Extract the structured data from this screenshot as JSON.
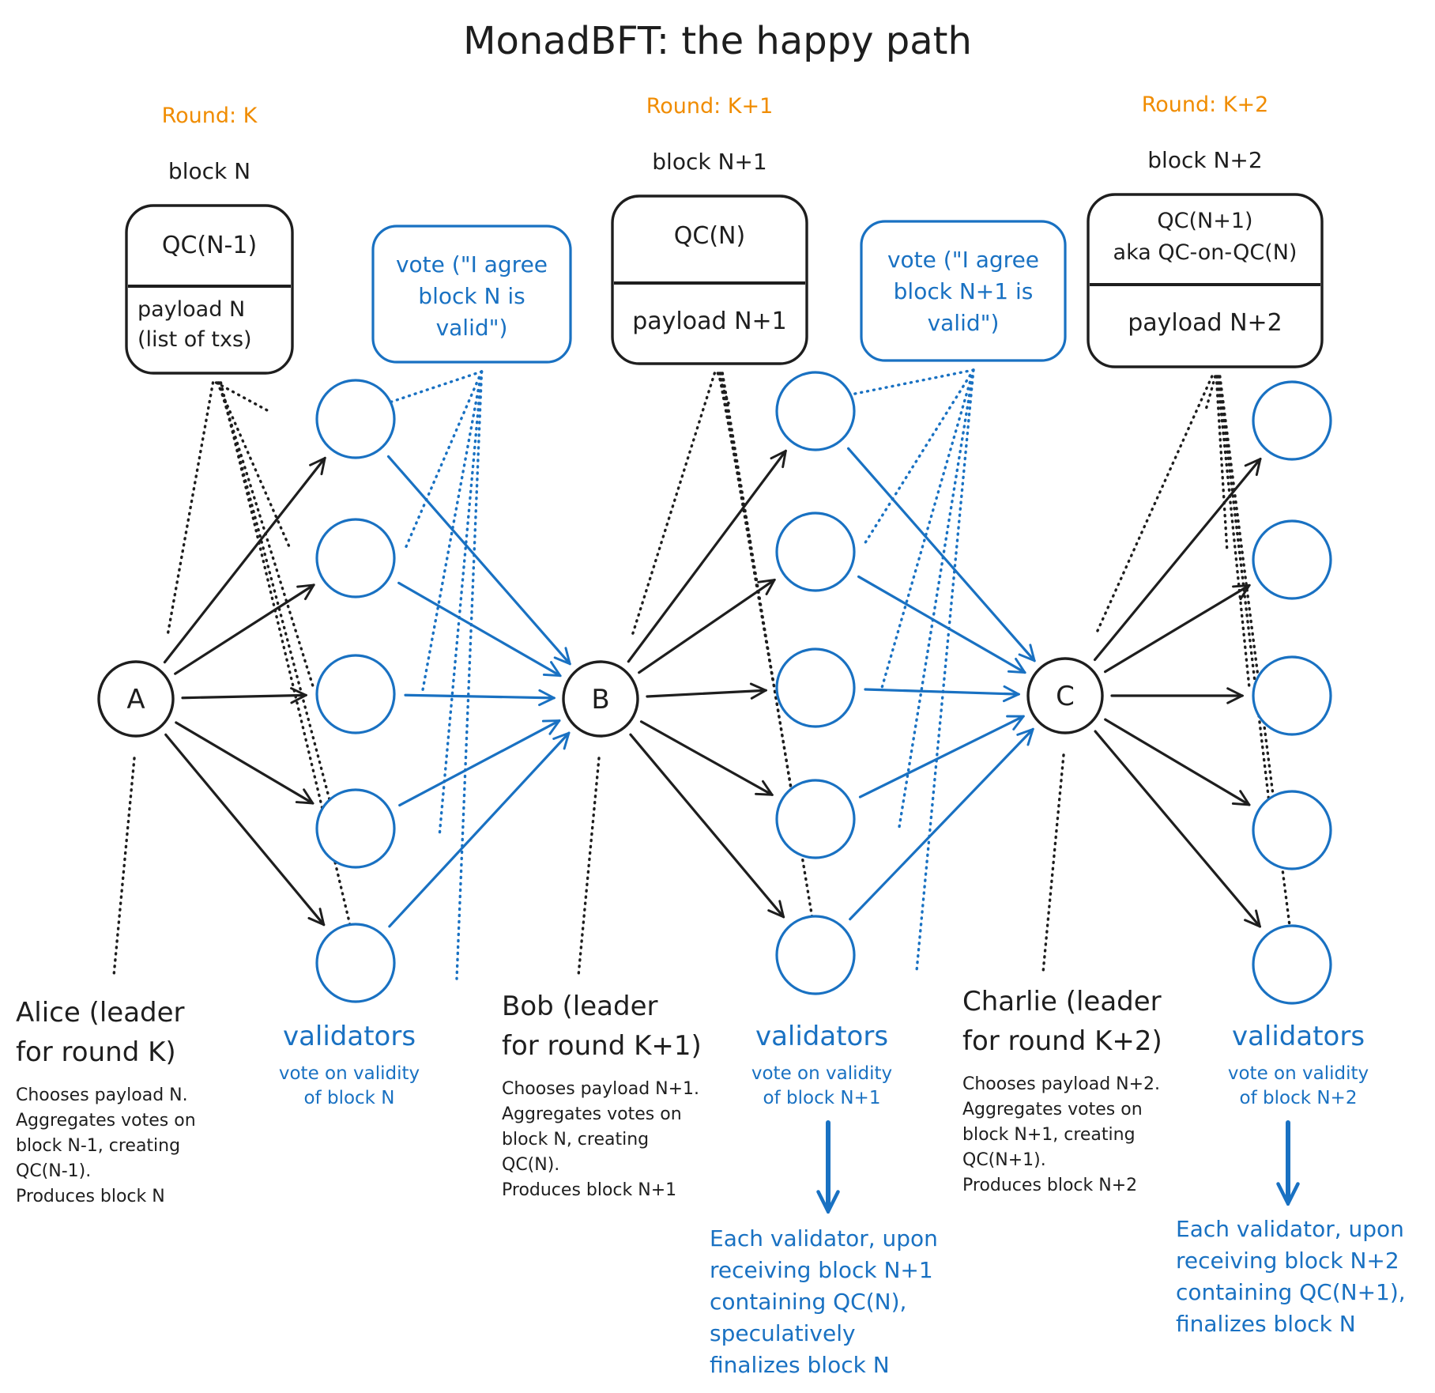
{
  "title": "MonadBFT: the happy path",
  "colors": {
    "ink": "#1e1e1e",
    "blue": "#1971c2",
    "orange": "#f08c00"
  },
  "rounds": [
    {
      "round_label": "Round: K",
      "block_label": "block N",
      "header_lines": [
        "QC(N-1)"
      ],
      "payload_lines": [
        "payload N",
        "(list of txs)"
      ],
      "leader_letter": "A",
      "leader_name_lines": [
        "Alice (leader",
        "for round K)"
      ],
      "leader_desc_lines": [
        "Chooses payload N.",
        "Aggregates votes on",
        "block N-1, creating",
        "QC(N-1).",
        "Produces block N"
      ],
      "validators_label": "validators",
      "validators_desc_lines": [
        "vote on validity",
        "of block N"
      ],
      "vote_lines": [
        "vote (\"I agree",
        "block N is",
        "valid\")"
      ],
      "finalize_lines": []
    },
    {
      "round_label": "Round: K+1",
      "block_label": "block N+1",
      "header_lines": [
        "QC(N)"
      ],
      "payload_lines": [
        "payload N+1"
      ],
      "leader_letter": "B",
      "leader_name_lines": [
        "Bob (leader",
        "for round K+1)"
      ],
      "leader_desc_lines": [
        "Chooses payload N+1.",
        "Aggregates votes on",
        "block N, creating",
        "QC(N).",
        "Produces block N+1"
      ],
      "validators_label": "validators",
      "validators_desc_lines": [
        "vote on validity",
        "of block N+1"
      ],
      "vote_lines": [
        "vote (\"I agree",
        "block N+1 is",
        "valid\")"
      ],
      "finalize_lines": [
        "Each validator, upon",
        "receiving block N+1",
        "containing QC(N),",
        "speculatively",
        "finalizes block N"
      ]
    },
    {
      "round_label": "Round: K+2",
      "block_label": "block N+2",
      "header_lines": [
        "QC(N+1)",
        "aka QC-on-QC(N)"
      ],
      "payload_lines": [
        "payload N+2"
      ],
      "leader_letter": "C",
      "leader_name_lines": [
        "Charlie (leader",
        "for round K+2)"
      ],
      "leader_desc_lines": [
        "Chooses payload N+2.",
        "Aggregates votes on",
        "block N+1, creating",
        "QC(N+1).",
        "Produces block N+2"
      ],
      "validators_label": "validators",
      "validators_desc_lines": [
        "vote on validity",
        "of block N+2"
      ],
      "vote_lines": [],
      "finalize_lines": [
        "Each validator, upon",
        "receiving block N+2",
        "containing QC(N+1),",
        "finalizes block N"
      ]
    }
  ]
}
